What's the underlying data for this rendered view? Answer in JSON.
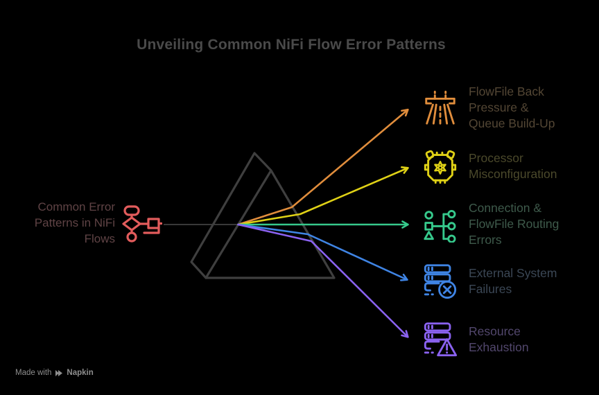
{
  "title": "Unveiling Common NiFi Flow Error Patterns",
  "source": {
    "lines": [
      "Common Error",
      "Patterns in NiFi",
      "Flows"
    ],
    "icon": "flowchart-icon",
    "color": "#e25c5c",
    "text_color": "#5f4345"
  },
  "items": [
    {
      "lines": [
        "FlowFile Back",
        "Pressure &",
        "Queue Build-Up"
      ],
      "icon": "traffic-road-icon",
      "color": "#e08d3c",
      "text_color": "#534634"
    },
    {
      "lines": [
        "Processor",
        "Misconfiguration"
      ],
      "icon": "chip-gear-icon",
      "color": "#dfd116",
      "text_color": "#4b492b"
    },
    {
      "lines": [
        "Connection &",
        "FlowFile Routing",
        "Errors"
      ],
      "icon": "routing-shapes-icon",
      "color": "#36c98c",
      "text_color": "#3e5a4b"
    },
    {
      "lines": [
        "External System",
        "Failures"
      ],
      "icon": "server-error-icon",
      "color": "#3f84e4",
      "text_color": "#3b4755"
    },
    {
      "lines": [
        "Resource",
        "Exhaustion"
      ],
      "icon": "server-warning-icon",
      "color": "#8a62f0",
      "text_color": "#52476d"
    }
  ],
  "footer": {
    "made_with": "Made with",
    "brand": "Napkin"
  },
  "palette": {
    "background": "#000000",
    "title": "#4a4a4a",
    "prism": "#3f3f3f",
    "beam": "#4c4c4c",
    "footer": "#8e8e8e"
  }
}
